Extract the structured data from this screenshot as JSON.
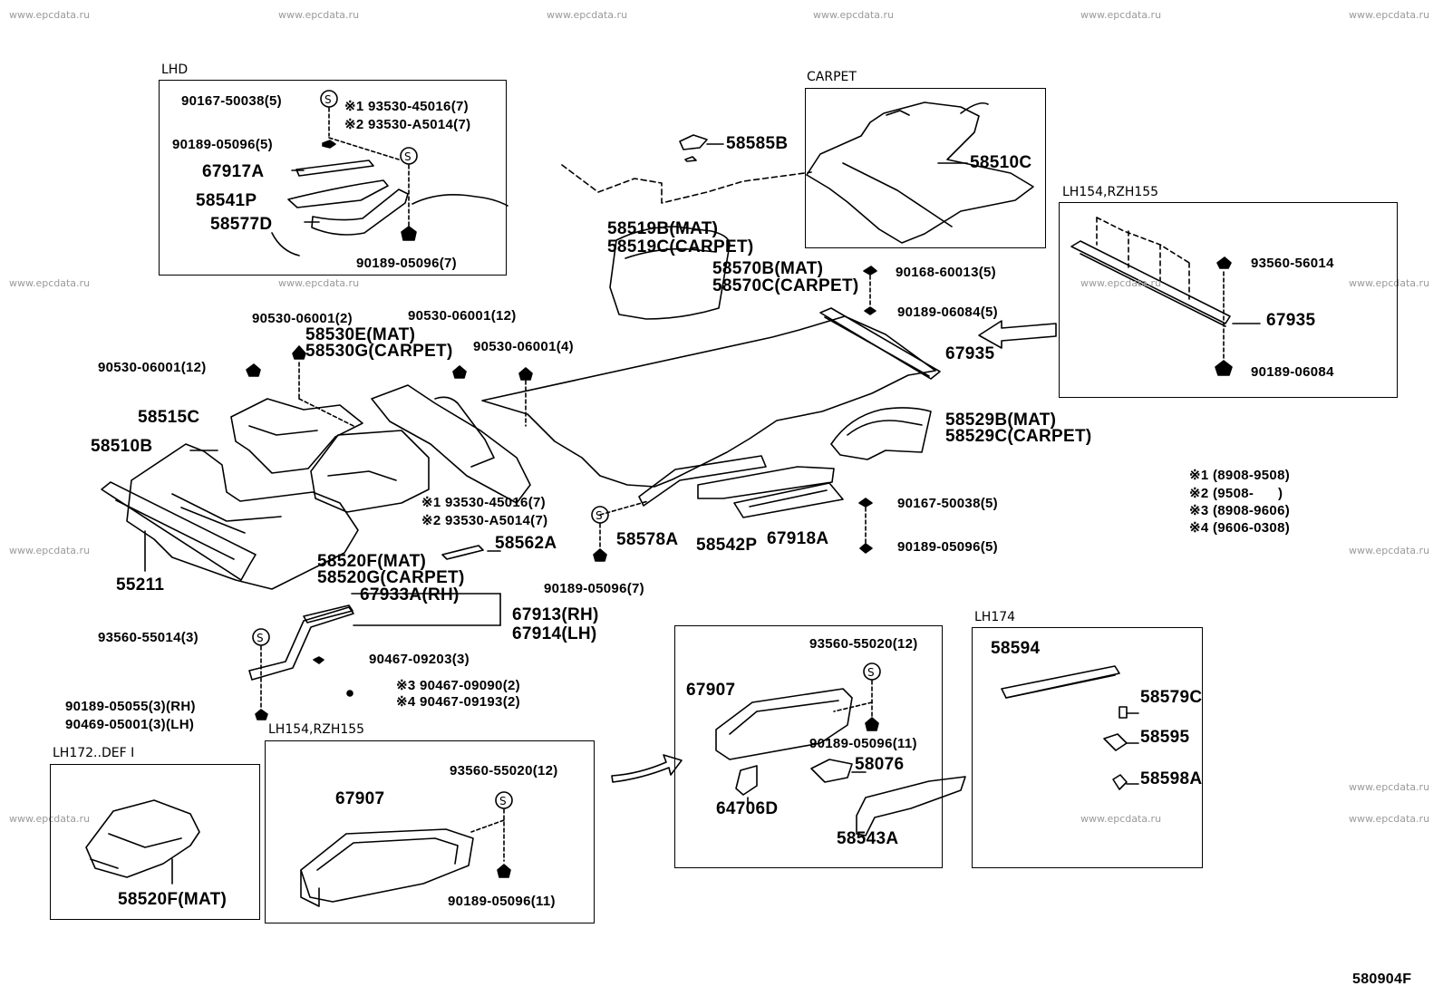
{
  "watermark": "www.epcdata.ru",
  "diagram_id": "580904F",
  "boxes": {
    "lhd": "LHD",
    "carpet": "CARPET",
    "lh154_top": "LH154,RZH155",
    "lh174": "LH174",
    "lh172": "LH172..DEF I",
    "lh154_bottom": "LH154,RZH155"
  },
  "legend": [
    {
      "mark": "※1",
      "range": "(8908-9508)"
    },
    {
      "mark": "※2",
      "range": "(9508-      )"
    },
    {
      "mark": "※3",
      "range": "(8908-9606)"
    },
    {
      "mark": "※4",
      "range": "(9606-0308)"
    }
  ],
  "labels": {
    "l_90167_50038_5a": "90167-50038(5)",
    "l_93530_45016_7a": "※1 93530-45016(7)",
    "l_93530_A5014_7a": "※2 93530-A5014(7)",
    "l_90189_05096_5a": "90189-05096(5)",
    "l_67917A": "67917A",
    "l_58541P": "58541P",
    "l_58577D": "58577D",
    "l_90189_05096_7a": "90189-05096(7)",
    "l_58585B": "58585B",
    "l_58510C": "58510C",
    "l_58519B": "58519B(MAT)",
    "l_58519C": "58519C(CARPET)",
    "l_58570B": "58570B(MAT)",
    "l_58570C": "58570C(CARPET)",
    "l_90168_60013": "90168-60013(5)",
    "l_90189_06084_5": "90189-06084(5)",
    "l_67935a": "67935",
    "l_93560_56014": "93560-56014",
    "l_67935b": "67935",
    "l_90189_06084": "90189-06084",
    "l_90530_06001_2": "90530-06001(2)",
    "l_58530E": "58530E(MAT)",
    "l_58530G": "58530G(CARPET)",
    "l_90530_06001_12b": "90530-06001(12)",
    "l_90530_06001_4": "90530-06001(4)",
    "l_90530_06001_12a": "90530-06001(12)",
    "l_58515C": "58515C",
    "l_58510B": "58510B",
    "l_58529B": "58529B(MAT)",
    "l_58529C": "58529C(CARPET)",
    "l_93530_45016_7b": "※1 93530-45016(7)",
    "l_93530_A5014_7b": "※2 93530-A5014(7)",
    "l_58562A": "58562A",
    "l_58578A": "58578A",
    "l_58542P": "58542P",
    "l_67918A": "67918A",
    "l_90167_50038_5b": "90167-50038(5)",
    "l_90189_05096_5b": "90189-05096(5)",
    "l_55211": "55211",
    "l_58520F": "58520F(MAT)",
    "l_58520G": "58520G(CARPET)",
    "l_90189_05096_7b": "90189-05096(7)",
    "l_67933A": "67933A(RH)",
    "l_67913": "67913(RH)",
    "l_67914": "67914(LH)",
    "l_93560_55014": "93560-55014(3)",
    "l_90467_09203": "90467-09203(3)",
    "l_90467_09090": "※3 90467-09090(2)",
    "l_90467_09193": "※4 90467-09193(2)",
    "l_90189_05055": "90189-05055(3)(RH)",
    "l_90469_05001": "90469-05001(3)(LH)",
    "l_58520F_b": "58520F(MAT)",
    "l_93560_55020_a": "93560-55020(12)",
    "l_67907a": "67907",
    "l_90189_05096_11a": "90189-05096(11)",
    "l_93560_55020_b": "93560-55020(12)",
    "l_67907b": "67907",
    "l_90189_05096_11b": "90189-05096(11)",
    "l_58076": "58076",
    "l_64706D": "64706D",
    "l_58543A": "58543A",
    "l_58594": "58594",
    "l_58579C": "58579C",
    "l_58595": "58595",
    "l_58598A": "58598A"
  }
}
